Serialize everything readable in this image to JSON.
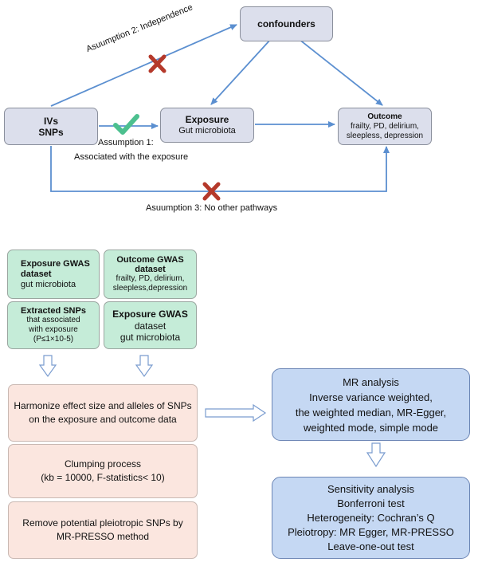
{
  "top": {
    "confounders": "confounders",
    "ivs": {
      "line1": "IVs",
      "line2": "SNPs"
    },
    "exposure": {
      "title": "Exposure",
      "sub": "Gut microbiota"
    },
    "outcome": {
      "title": "Outcome",
      "line1": "frailty, PD, delirium,",
      "line2": "sleepless, depression"
    },
    "assumption1": {
      "line1": "Assumption 1:",
      "line2": "Associated with the exposure"
    },
    "assumption2": "Asuumption 2:  Independence",
    "assumption3": "Asuumption 3:  No other pathways"
  },
  "bottom": {
    "exposure_gwas": {
      "title": "Exposure GWAS",
      "title2": "dataset",
      "sub": "gut microbiota"
    },
    "outcome_gwas": {
      "title": "Outcome GWAS",
      "title2": "dataset",
      "line1": "frailty, PD, delirium,",
      "line2": "sleepless,depression"
    },
    "extracted": {
      "title": "Extracted SNPs",
      "line1": "that associated",
      "line2": "with exposure",
      "line3": "(P≤1×10-5)"
    },
    "exposure_gwas2": {
      "title": "Exposure GWAS",
      "line1": "dataset",
      "line2": "gut microbiota"
    },
    "harmonize": {
      "line1": "Harmonize effect size and alleles of SNPs",
      "line2": "on the exposure and outcome data"
    },
    "clumping": {
      "line1": "Clumping process",
      "line2": "(kb = 10000, F-statistics< 10)"
    },
    "remove": {
      "line1": "Remove potential pleiotropic SNPs by",
      "line2": "MR-PRESSO method"
    },
    "mr": {
      "line1": "MR analysis",
      "line2": "Inverse variance weighted,",
      "line3": "the weighted median, MR-Egger,",
      "line4": "weighted mode, simple mode"
    },
    "sensitivity": {
      "line1": "Sensitivity analysis",
      "line2": "Bonferroni test",
      "line3": "Heterogeneity: Cochran’s Q",
      "line4": "Pleiotropy: MR Egger, MR-PRESSO",
      "line5": "Leave-one-out test"
    }
  },
  "colors": {
    "arrow": "#5b8fd0",
    "cross": "#b5392b",
    "check": "#4cc08f"
  }
}
